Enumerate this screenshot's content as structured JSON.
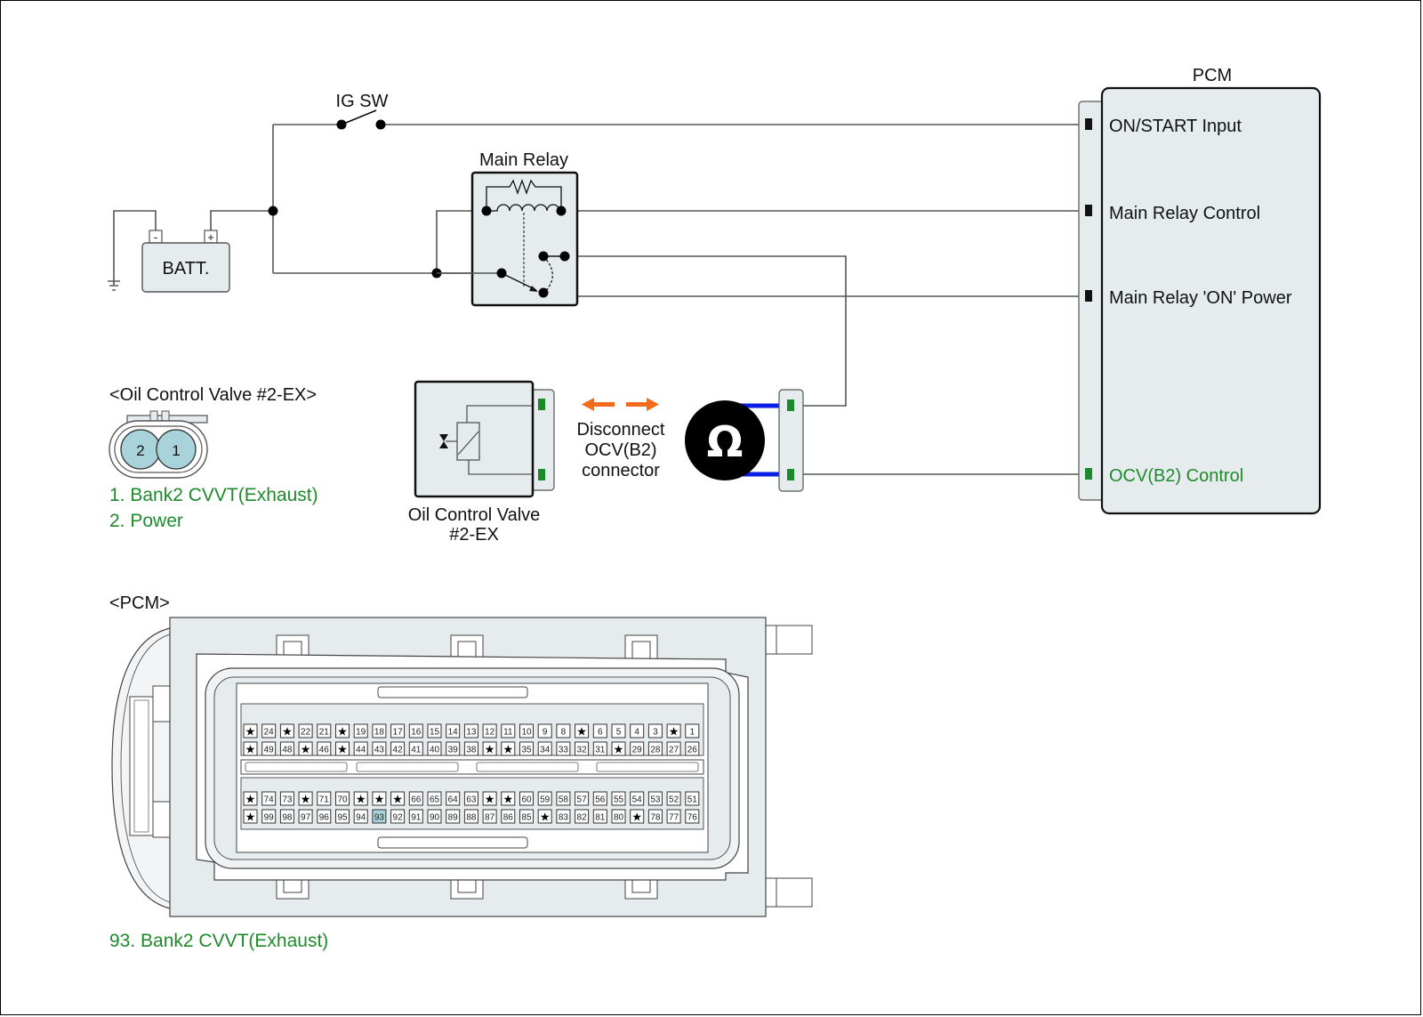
{
  "diagram": {
    "ig_switch_label": "IG SW",
    "battery_label": "BATT.",
    "battery_neg": "-",
    "battery_pos": "+",
    "main_relay_label": "Main Relay",
    "pcm": {
      "title": "PCM",
      "terminals": [
        {
          "label": "ON/START Input",
          "highlight": false
        },
        {
          "label": "Main Relay Control",
          "highlight": false
        },
        {
          "label": "Main Relay 'ON' Power",
          "highlight": false
        },
        {
          "label": "OCV(B2) Control",
          "highlight": true
        }
      ]
    },
    "ocv_component_label_line1": "Oil Control Valve",
    "ocv_component_label_line2": "#2-EX",
    "disconnect_line1": "Disconnect",
    "disconnect_line2": "OCV(B2)",
    "disconnect_line3": "connector",
    "ohmmeter_symbol": "Ω",
    "ocv_connector": {
      "title": "<Oil Control Valve #2-EX>",
      "pins": [
        "2",
        "1"
      ],
      "legend": [
        "1. Bank2 CVVT(Exhaust)",
        "2. Power"
      ]
    },
    "pcm_connector": {
      "title": "<PCM>",
      "rows": [
        [
          "★",
          "24",
          "★",
          "22",
          "21",
          "★",
          "19",
          "18",
          "17",
          "16",
          "15",
          "14",
          "13",
          "12",
          "11",
          "10",
          "9",
          "8",
          "★",
          "6",
          "5",
          "4",
          "3",
          "★",
          "1"
        ],
        [
          "★",
          "49",
          "48",
          "★",
          "46",
          "★",
          "44",
          "43",
          "42",
          "41",
          "40",
          "39",
          "38",
          "★",
          "★",
          "35",
          "34",
          "33",
          "32",
          "31",
          "★",
          "29",
          "28",
          "27",
          "26"
        ],
        [
          "★",
          "74",
          "73",
          "★",
          "71",
          "70",
          "★",
          "★",
          "★",
          "66",
          "65",
          "64",
          "63",
          "★",
          "★",
          "60",
          "59",
          "58",
          "57",
          "56",
          "55",
          "54",
          "53",
          "52",
          "51"
        ],
        [
          "★",
          "99",
          "98",
          "97",
          "96",
          "95",
          "94",
          "93",
          "92",
          "91",
          "90",
          "89",
          "88",
          "87",
          "86",
          "85",
          "★",
          "83",
          "82",
          "81",
          "80",
          "★",
          "78",
          "77",
          "76"
        ]
      ],
      "highlighted_pin": "93",
      "legend": "93. Bank2 CVVT(Exhaust)"
    },
    "colors": {
      "green_label": "#1e8a2b",
      "green_pin": "#1a8a2a",
      "probe_blue": "#0a1ee6",
      "arrow_orange": "#f26a1b",
      "panel_fill": "#e6ecee",
      "highlight_pin": "#a9d3db"
    }
  }
}
